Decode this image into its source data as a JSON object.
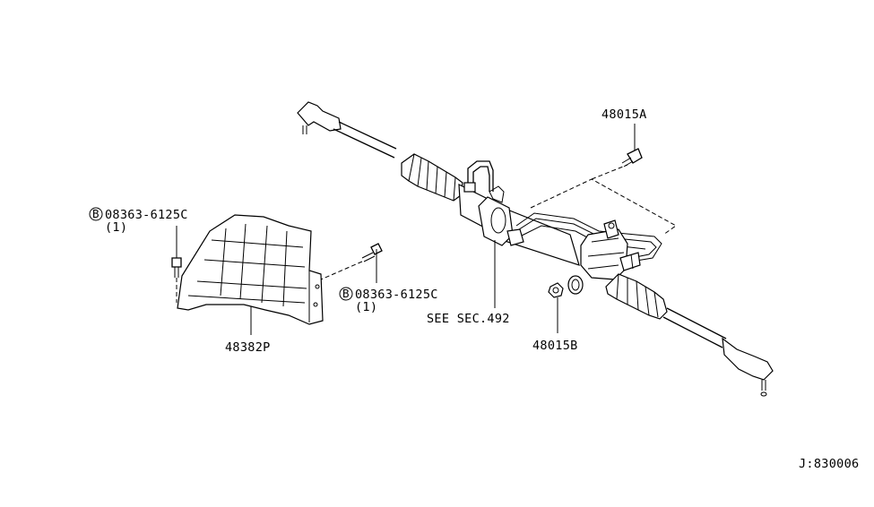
{
  "labels": {
    "bolt_upper_left": {
      "badge": "B",
      "part": "08363-6125C",
      "qty": "(1)"
    },
    "bolt_center": {
      "badge": "B",
      "part": "08363-6125C",
      "qty": "(1)"
    },
    "cover": "48382P",
    "gear_ref": "SEE SEC.492",
    "clamp_bolt": "48015A",
    "nut": "48015B",
    "diagram_id": "J:830006"
  }
}
